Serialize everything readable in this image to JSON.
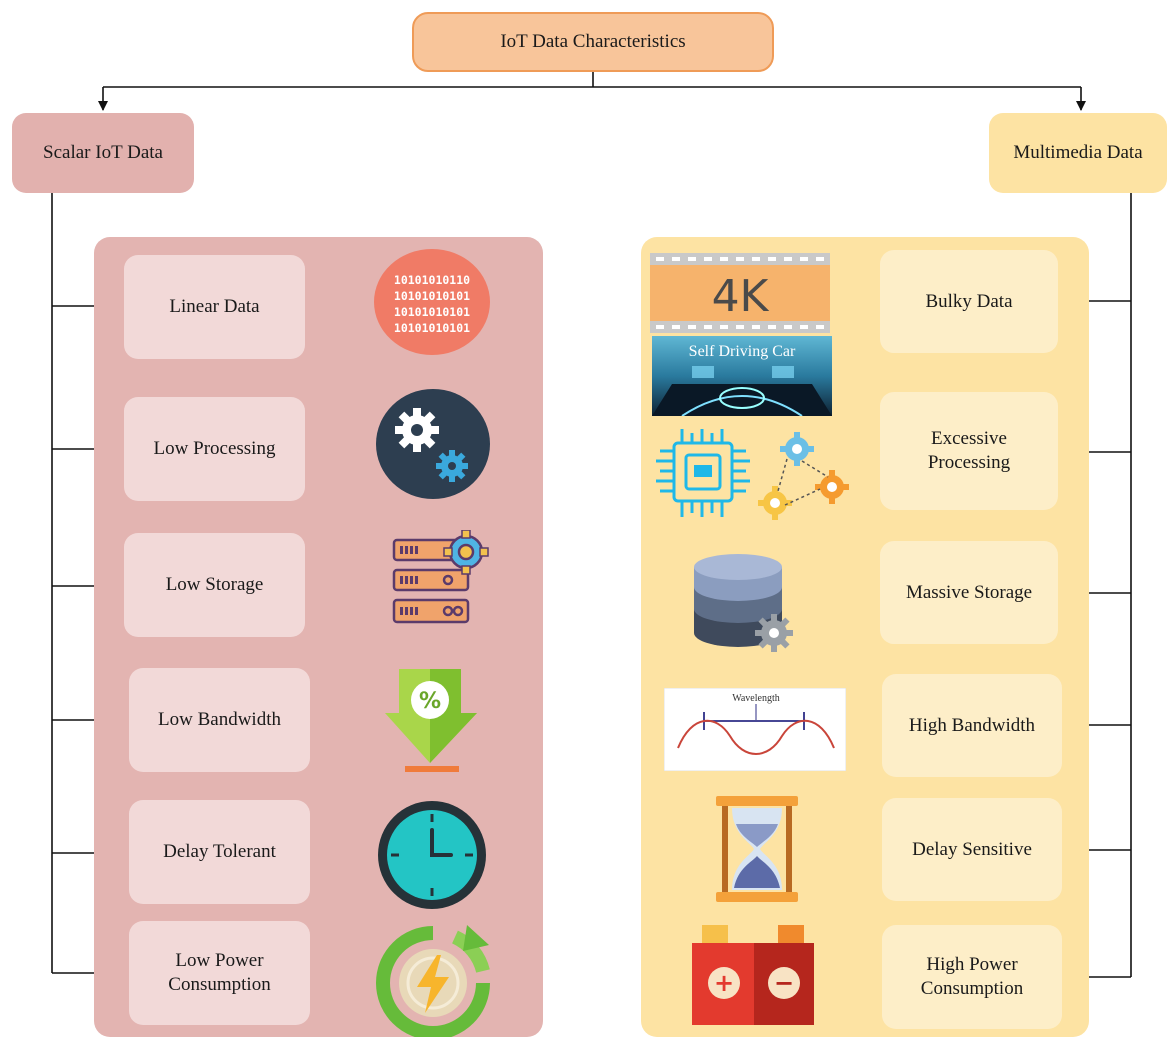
{
  "root": {
    "label": "IoT Data Characteristics"
  },
  "scalar": {
    "title": "Scalar IoT Data",
    "items": [
      {
        "label": "Linear Data",
        "icon": "binary-icon"
      },
      {
        "label": "Low Processing",
        "icon": "gears-icon"
      },
      {
        "label": "Low Storage",
        "icon": "server-gear-icon"
      },
      {
        "label": "Low Bandwidth",
        "icon": "percent-down-arrow-icon"
      },
      {
        "label": "Delay Tolerant",
        "icon": "clock-icon"
      },
      {
        "label": "Low Power Consumption",
        "icon": "energy-cycle-icon"
      }
    ]
  },
  "multimedia": {
    "title": "Multimedia Data",
    "items": [
      {
        "label": "Bulky Data",
        "icon": "4k-video-icon"
      },
      {
        "label": "Excessive Processing",
        "icon": "processor-gears-icon"
      },
      {
        "label": "Massive Storage",
        "icon": "database-gear-icon"
      },
      {
        "label": "High Bandwidth",
        "icon": "wavelength-icon"
      },
      {
        "label": "Delay Sensitive",
        "icon": "hourglass-icon"
      },
      {
        "label": "High Power Consumption",
        "icon": "battery-icon"
      }
    ]
  },
  "icon_text": {
    "binary_rows": [
      "10101010110",
      "10101010101",
      "10101010101",
      "10101010101"
    ],
    "video_badge": "4K",
    "car_caption": "Self Driving Car",
    "wave_caption": "Wavelength",
    "battery_plus": "+",
    "battery_minus": "−",
    "percent": "%"
  },
  "colors": {
    "root_fill": "#f8c59a",
    "scalar_fill": "#e2b1ae",
    "multimedia_fill": "#fde3a3"
  }
}
